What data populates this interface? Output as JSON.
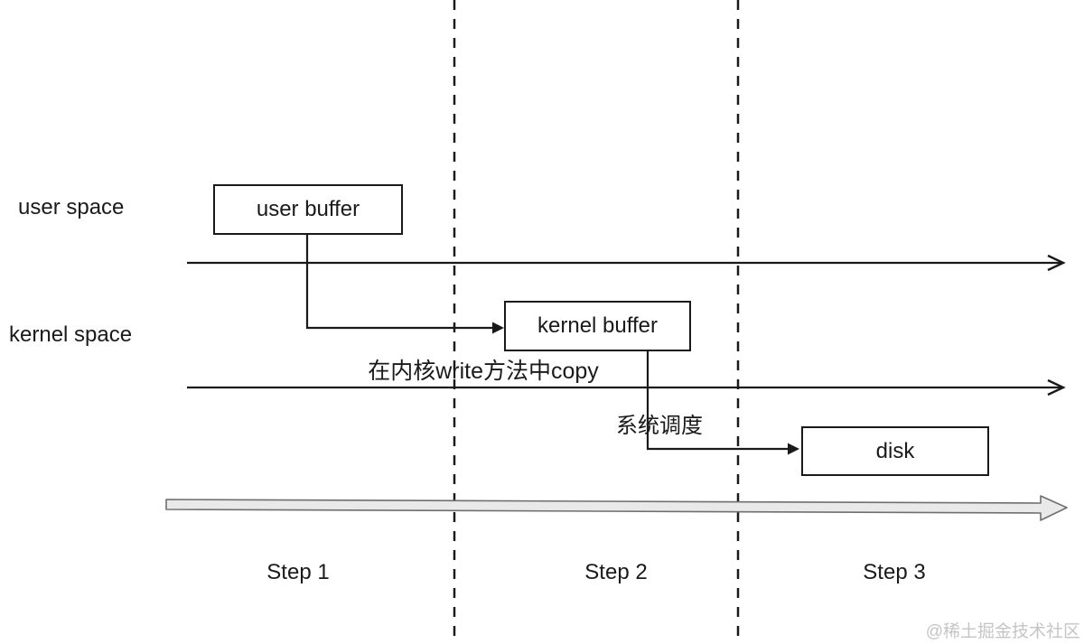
{
  "diagram": {
    "lanes": [
      {
        "label": "user space"
      },
      {
        "label": "kernel space"
      }
    ],
    "boxes": [
      {
        "id": "user-buffer",
        "label": "user buffer"
      },
      {
        "id": "kernel-buffer",
        "label": "kernel buffer"
      },
      {
        "id": "disk",
        "label": "disk"
      }
    ],
    "annotations": [
      {
        "id": "kernel-write-copy",
        "text": "在内核write方法中copy"
      },
      {
        "id": "system-schedule",
        "text": "系统调度"
      }
    ],
    "steps": [
      {
        "label": "Step 1"
      },
      {
        "label": "Step 2"
      },
      {
        "label": "Step 3"
      }
    ],
    "watermark": "@稀土掘金技术社区",
    "colors": {
      "line": "#1a1a1a",
      "timeline_arrow_fill": "#e9e9e9",
      "timeline_arrow_stroke": "#6f6f6f",
      "watermark_text": "#c5c5c5",
      "background": "#ffffff"
    }
  }
}
